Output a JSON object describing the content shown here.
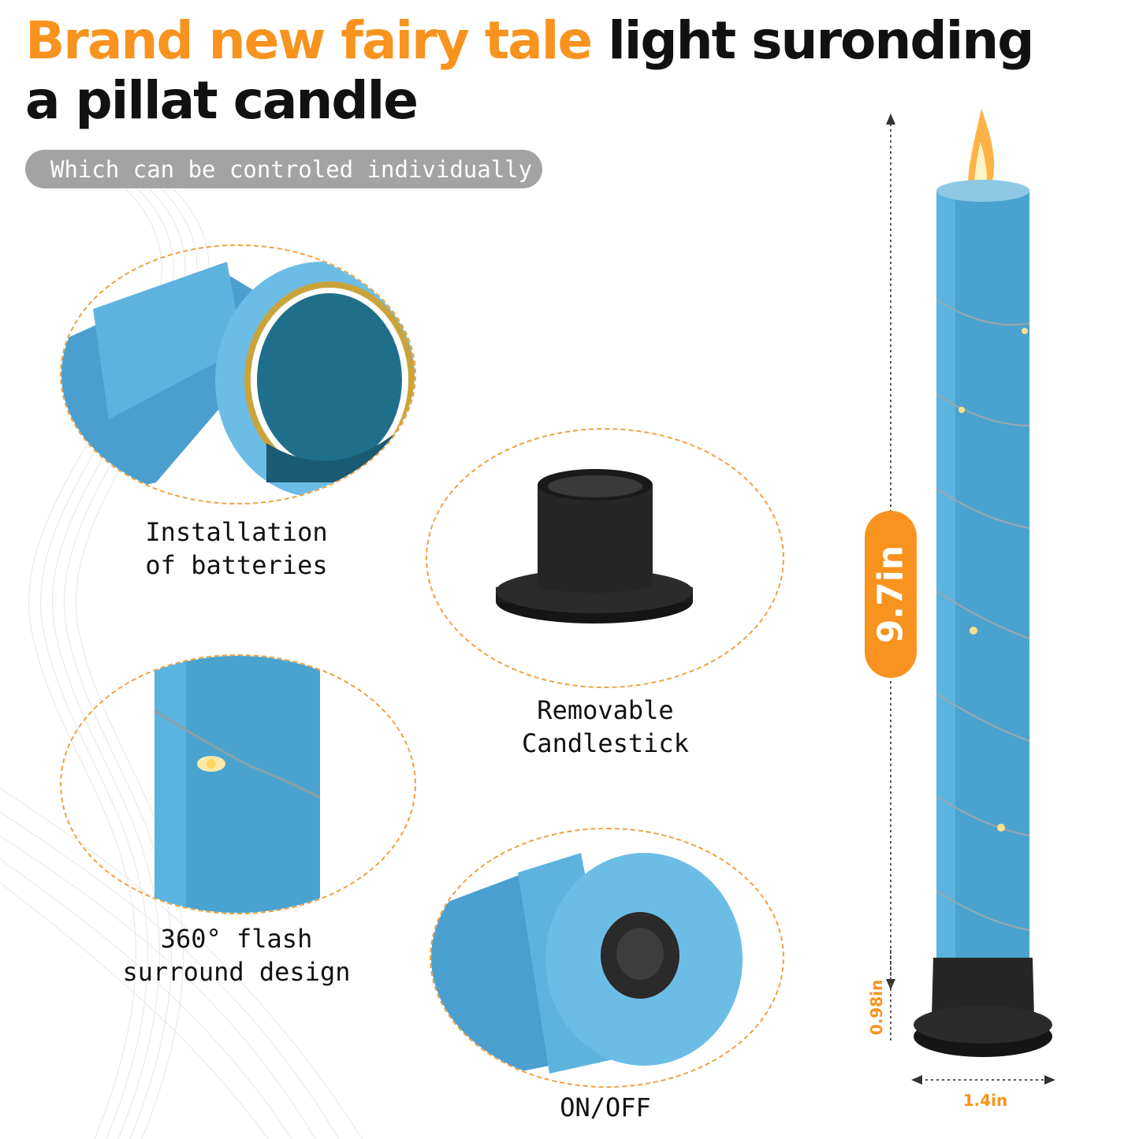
{
  "header": {
    "headline_accent": "Brand new fairy tale",
    "headline_rest": "light suronding",
    "headline_line2": "a pillat candle",
    "subtitle_pill": "Which can be controled individually"
  },
  "features": [
    {
      "label": "Installation\nof batteries",
      "icon": "battery-compartment"
    },
    {
      "label": "Removable\nCandlestick",
      "icon": "candlestick-holder"
    },
    {
      "label": "360° flash\nsurround design",
      "icon": "fairy-light-wire"
    },
    {
      "label": "ON/OFF",
      "icon": "power-button"
    }
  ],
  "dimensions": {
    "height": "9.7in",
    "base_height": "0.98in",
    "width": "1.4in"
  },
  "colors": {
    "accent": "#f7931e",
    "candle_blue": "#4aa3cf",
    "holder_black": "#1e1e1e",
    "pill_gray": "#a3a3a3"
  }
}
